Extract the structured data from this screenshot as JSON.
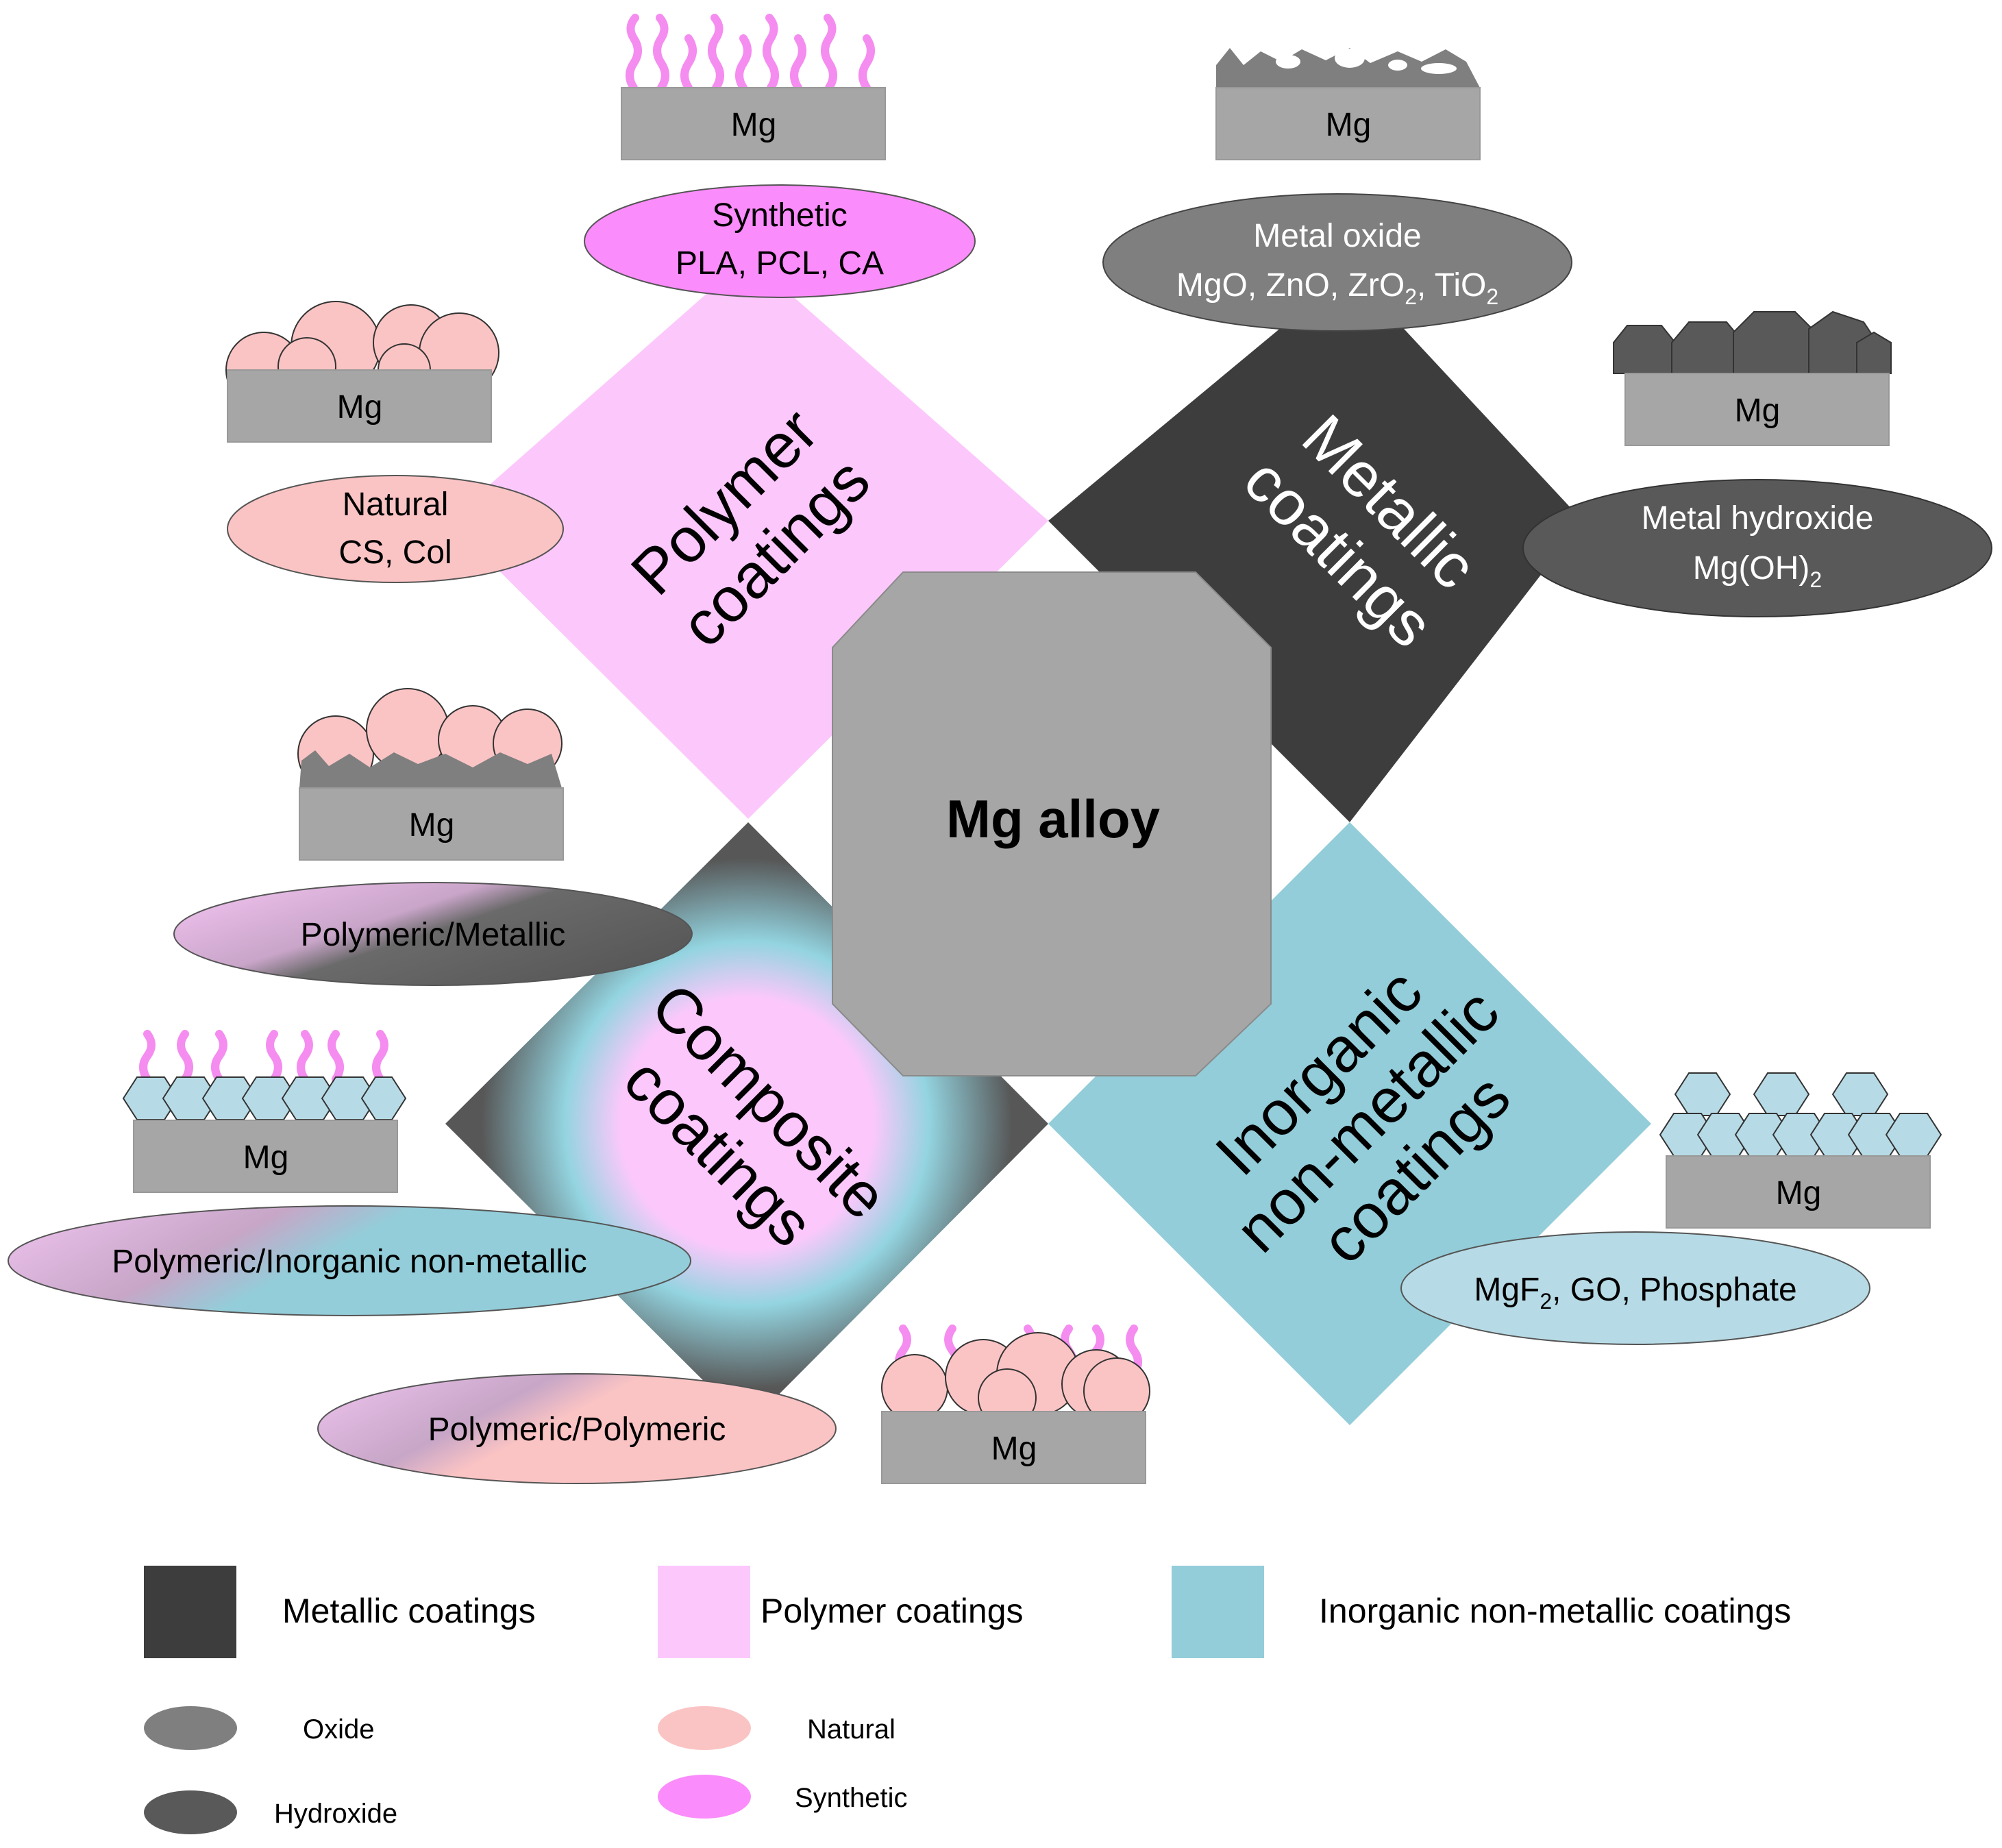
{
  "center": {
    "label": "Mg alloy"
  },
  "substrate_label": "Mg",
  "diamonds": {
    "polymer": {
      "line1": "Polymer",
      "line2": "coatings"
    },
    "metallic": {
      "line1": "Metallic",
      "line2": "coatings"
    },
    "composite": {
      "line1": "Composite",
      "line2": "coatings"
    },
    "inorganic": {
      "line1": "Inorganic",
      "line2": "non-metallic",
      "line3": "coatings"
    }
  },
  "ellipses": {
    "synthetic": {
      "line1": "Synthetic",
      "line2": "PLA, PCL, CA"
    },
    "natural": {
      "line1": "Natural",
      "line2": "CS, Col"
    },
    "metal_oxide": {
      "line1": "Metal oxide",
      "line2_prefix": "MgO, ZnO, ZrO",
      "sub": "2",
      "line2_mid": ", TiO",
      "sub2": "2"
    },
    "metal_hydroxide": {
      "line1": "Metal hydroxide",
      "line2_prefix": "Mg(OH)",
      "sub": "2"
    },
    "inorganic_examples": {
      "prefix": "MgF",
      "sub": "2",
      "suffix": ", GO, Phosphate"
    },
    "poly_metallic": {
      "label": "Polymeric/Metallic"
    },
    "poly_inorganic": {
      "label": "Polymeric/Inorganic non-metallic"
    },
    "poly_poly": {
      "label": "Polymeric/Polymeric"
    }
  },
  "legend": {
    "metallic": "Metallic coatings",
    "polymer": "Polymer coatings",
    "inorganic": "Inorganic non-metallic coatings",
    "oxide": "Oxide",
    "hydroxide": "Hydroxide",
    "natural": "Natural",
    "synthetic": "Synthetic"
  },
  "colors": {
    "metallic": "#3d3d3d",
    "polymer": "#fcc8fc",
    "inorganic": "#93cdd9",
    "center": "#a6a6a6",
    "substrate": "#a6a6a6",
    "oxide": "#7f7f7f",
    "hydroxide": "#595959",
    "natural": "#fbc4c4",
    "synthetic": "#fb8cfb",
    "hex_cell": "#b7dbe6",
    "chain": "#f58cf0"
  }
}
